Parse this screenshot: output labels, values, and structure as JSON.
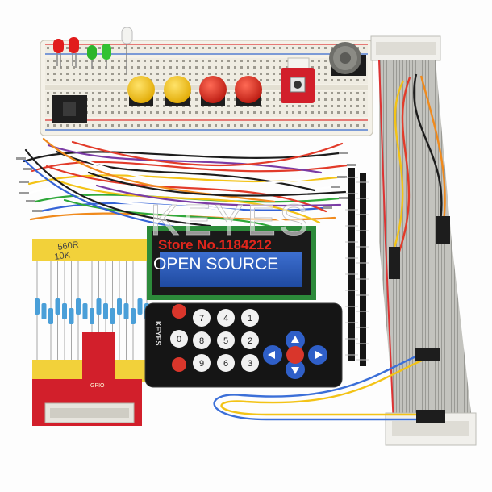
{
  "watermark": {
    "brand": "KEYES",
    "store": "Store No.1184212",
    "tagline": "OPEN SOURCE",
    "store_color": "#e1261c",
    "tagline_color": "#ffffff"
  },
  "remote": {
    "brand": "KEYES",
    "keys": [
      "7",
      "4",
      "1",
      "8",
      "5",
      "2",
      "9",
      "6",
      "3",
      "0"
    ],
    "arrow_color": "#2f5fc8",
    "red_key_color": "#d9362b"
  },
  "resistor_strip": {
    "labels": [
      "560R",
      "10K"
    ]
  },
  "breakout_board": {
    "title": "GPIO"
  },
  "palette": {
    "breadboard": "#f2efe6",
    "ribbon": "#b9b9b4",
    "button_yellow": "#f4c316",
    "button_red": "#d93324",
    "pcb_red": "#d21f2b",
    "lcd_blue": "#2a5bb8"
  }
}
